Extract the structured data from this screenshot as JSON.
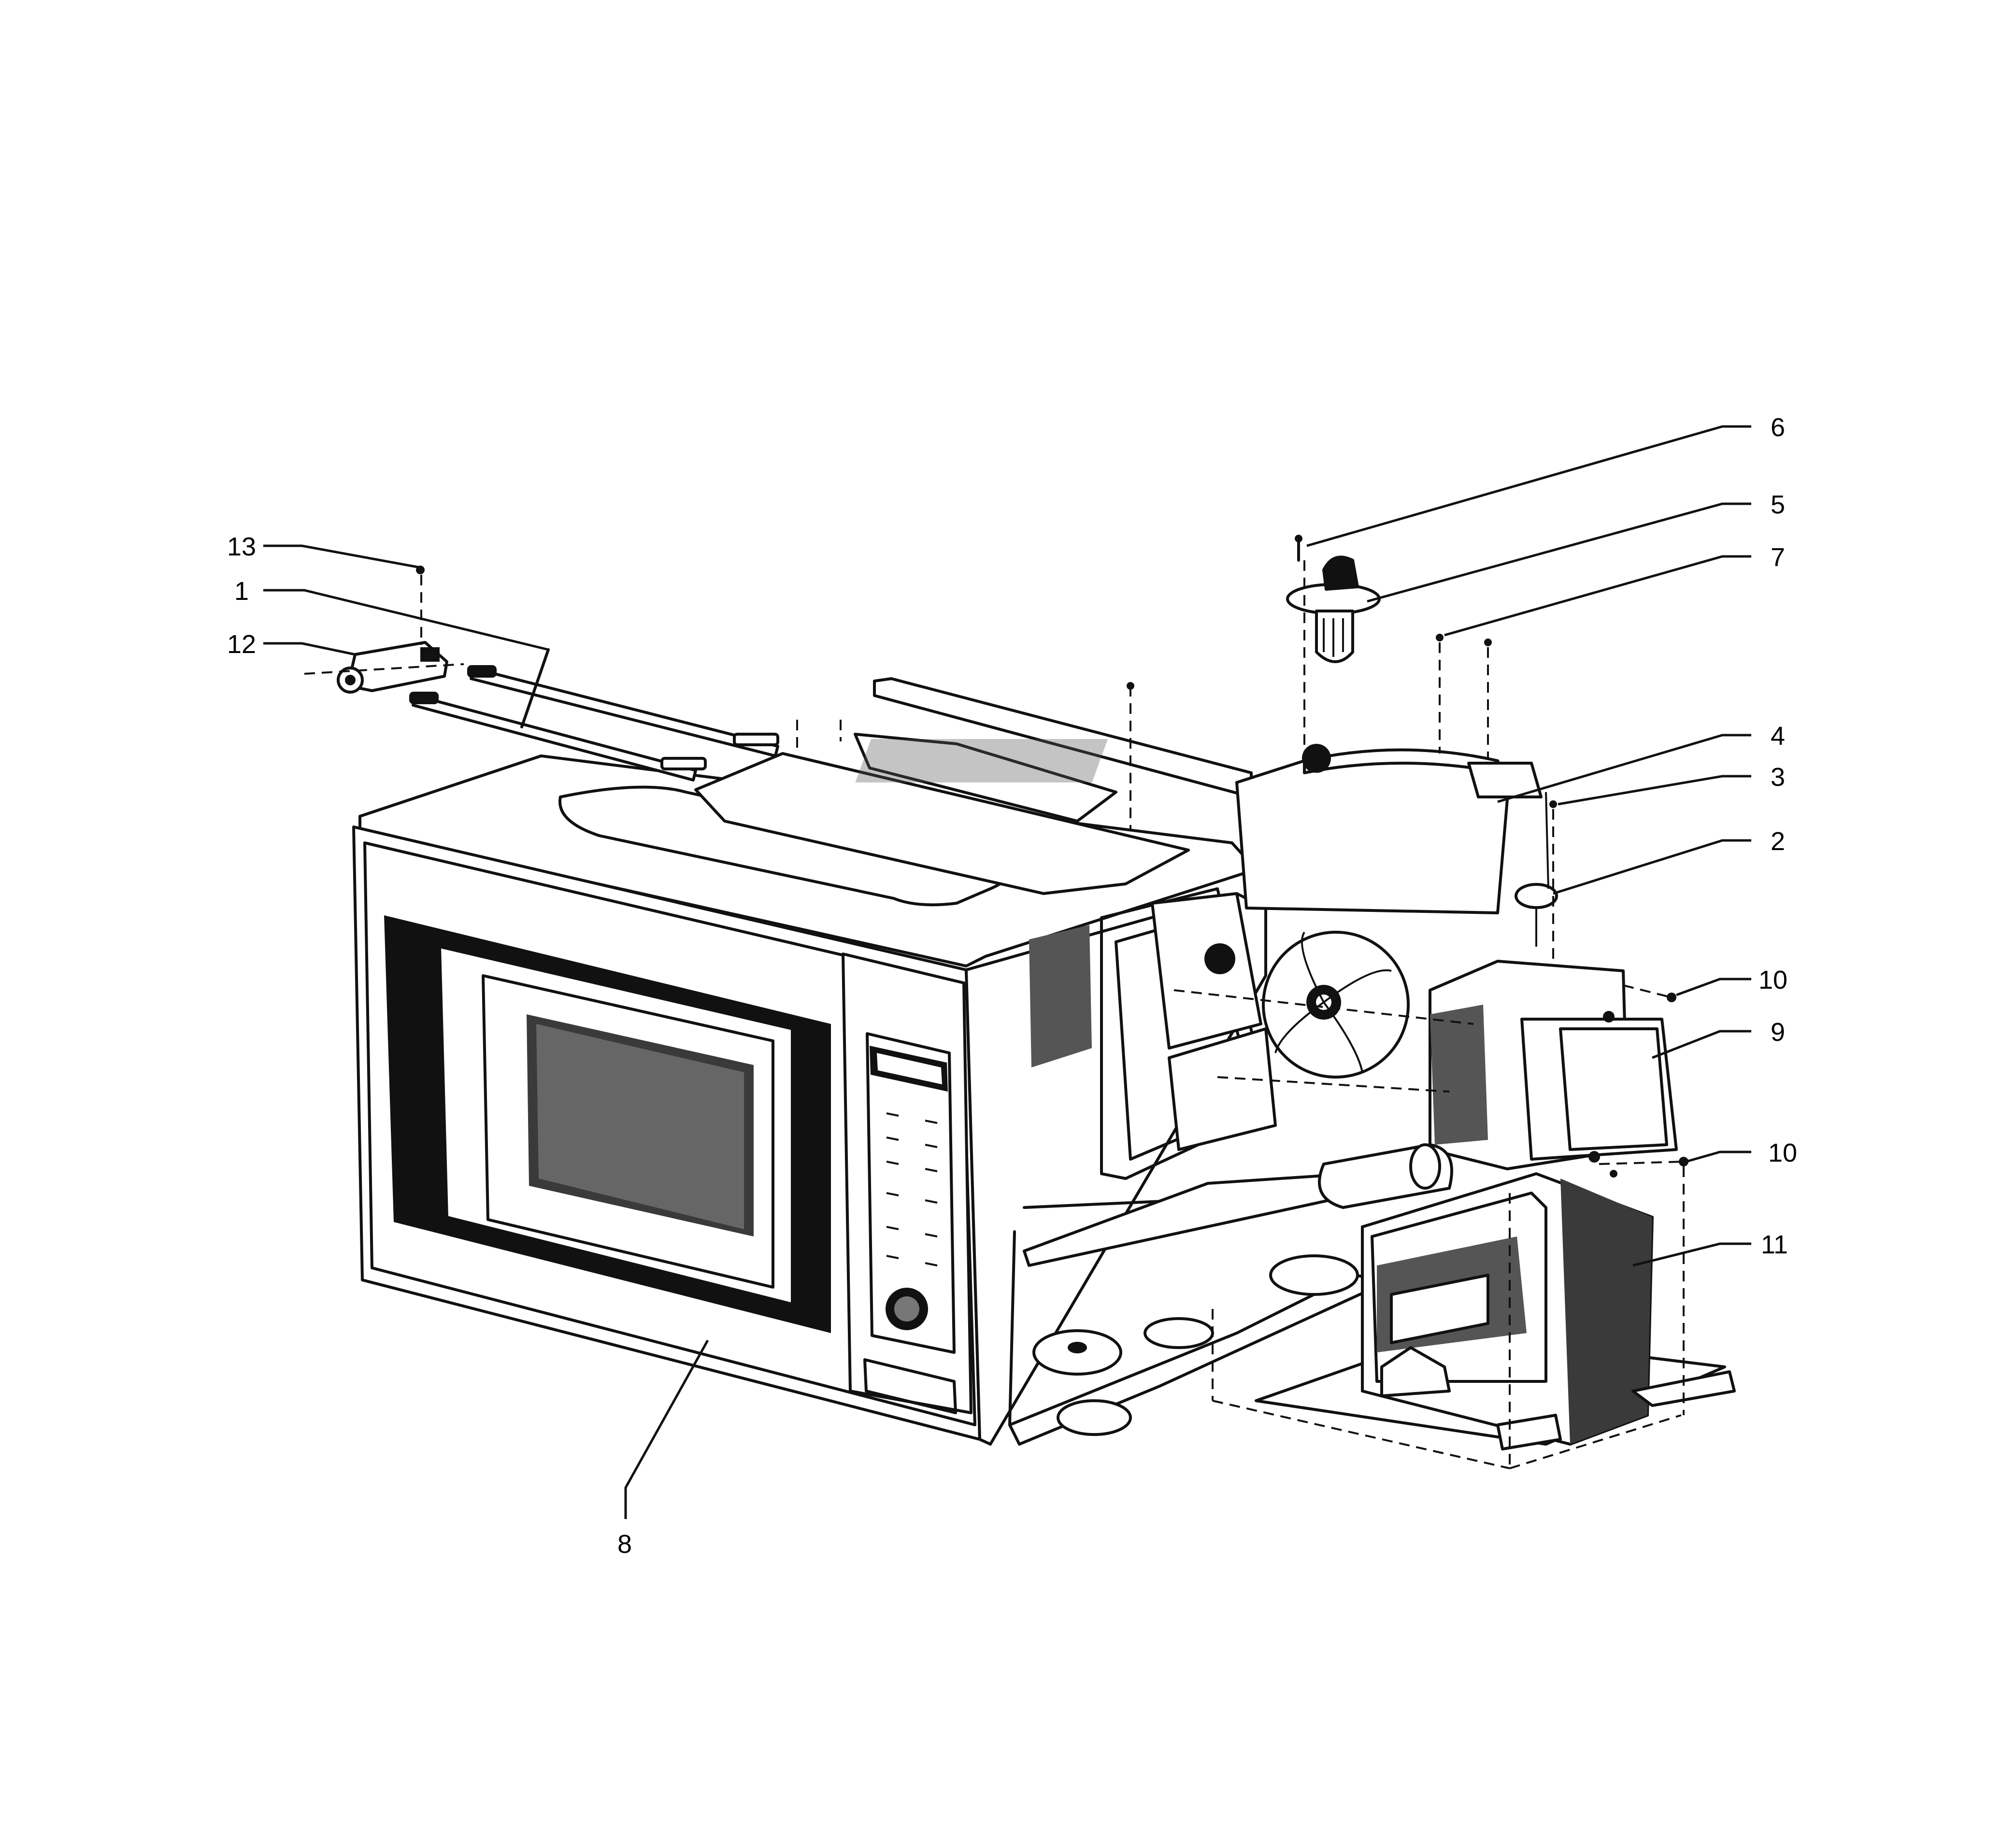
{
  "callouts": [
    {
      "id": "c13",
      "label": "13",
      "part": "screw"
    },
    {
      "id": "c1",
      "label": "1",
      "part": "grill-heater"
    },
    {
      "id": "c12",
      "label": "12",
      "part": "heater-bracket"
    },
    {
      "id": "c6",
      "label": "6",
      "part": "lamp-screw"
    },
    {
      "id": "c5",
      "label": "5",
      "part": "lamp-holder"
    },
    {
      "id": "c7",
      "label": "7",
      "part": "screws"
    },
    {
      "id": "c4",
      "label": "4",
      "part": "air-duct"
    },
    {
      "id": "c3",
      "label": "3",
      "part": "screw"
    },
    {
      "id": "c2",
      "label": "2",
      "part": "thermostat"
    },
    {
      "id": "c10a",
      "label": "10",
      "part": "screw-upper"
    },
    {
      "id": "c9",
      "label": "9",
      "part": "magnetron"
    },
    {
      "id": "c10b",
      "label": "10",
      "part": "screw-lower"
    },
    {
      "id": "c11",
      "label": "11",
      "part": "transformer"
    },
    {
      "id": "c8",
      "label": "8",
      "part": "microwave-oven"
    }
  ]
}
